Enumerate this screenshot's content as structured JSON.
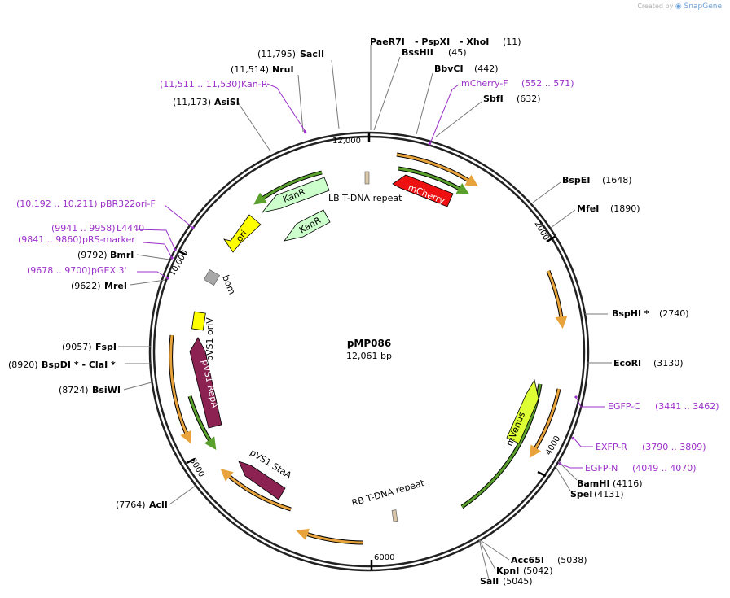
{
  "credit": {
    "prefix": "Created by",
    "brand": "SnapGene"
  },
  "plasmid": {
    "name": "pMP086",
    "size": "12,061 bp"
  },
  "ring_ticks": [
    "12,000",
    "2000",
    "4000",
    "6000",
    "8000",
    "10,000"
  ],
  "enzymes": [
    {
      "name": "PaeR7I",
      "pos": ""
    },
    {
      "name": "- PspXI",
      "pos": ""
    },
    {
      "name": "- XhoI",
      "pos": "(11)"
    },
    {
      "name": "BssHII",
      "pos": "(45)"
    },
    {
      "name": "BbvCI",
      "pos": "(442)"
    },
    {
      "name": "SbfI",
      "pos": "(632)"
    },
    {
      "name": "BspEI",
      "pos": "(1648)"
    },
    {
      "name": "MfeI",
      "pos": "(1890)"
    },
    {
      "name": "BspHI *",
      "pos": "(2740)"
    },
    {
      "name": "EcoRI",
      "pos": "(3130)"
    },
    {
      "name": "BamHI",
      "pos": "(4116)"
    },
    {
      "name": "SpeI",
      "pos": "(4131)"
    },
    {
      "name": "Acc65I",
      "pos": "(5038)"
    },
    {
      "name": "KpnI",
      "pos": "(5042)"
    },
    {
      "name": "SalI",
      "pos": "(5045)"
    },
    {
      "name": "AclI",
      "pos": "(7764)"
    },
    {
      "name": "BsiWI",
      "pos": "(8724)"
    },
    {
      "name": "BspDI * - ClaI *",
      "pos": "(8920)"
    },
    {
      "name": "FspI",
      "pos": "(9057)"
    },
    {
      "name": "MreI",
      "pos": "(9622)"
    },
    {
      "name": "BmrI",
      "pos": "(9792)"
    },
    {
      "name": "AsiSI",
      "pos": "(11,173)"
    },
    {
      "name": "NruI",
      "pos": "(11,514)"
    },
    {
      "name": "SacII",
      "pos": "(11,795)"
    }
  ],
  "primers": [
    {
      "name": "mCherry-F",
      "range": "(552 .. 571)"
    },
    {
      "name": "EGFP-C",
      "range": "(3441 .. 3462)"
    },
    {
      "name": "EXFP-R",
      "range": "(3790 .. 3809)"
    },
    {
      "name": "EGFP-N",
      "range": "(4049 .. 4070)"
    },
    {
      "name": "pGEX 3'",
      "range": "(9678 .. 9700)"
    },
    {
      "name": "pRS-marker",
      "range": "(9841 .. 9860)"
    },
    {
      "name": "L4440",
      "range": "(9941 .. 9958)"
    },
    {
      "name": "pBR322ori-F",
      "range": "(10,192 .. 10,211)"
    },
    {
      "name": "Kan-R",
      "range": "(11,511 .. 11,530)"
    }
  ],
  "features": [
    {
      "name": "mCherry",
      "color": "#ee1111"
    },
    {
      "name": "LB T-DNA repeat",
      "color": "#d9c7a8"
    },
    {
      "name": "KanR",
      "color": "#ccffcc"
    },
    {
      "name": "KanR",
      "color": "#ccffcc"
    },
    {
      "name": "ori",
      "color": "#ffff00"
    },
    {
      "name": "bom",
      "color": "#a8a8a8"
    },
    {
      "name": "pVS1 oriV",
      "color": "#ffff00"
    },
    {
      "name": "pVS1 RepA",
      "color": "#8b2252"
    },
    {
      "name": "pVS1 StaA",
      "color": "#8b2252"
    },
    {
      "name": "RB T-DNA repeat",
      "color": "#d9c7a8"
    },
    {
      "name": "mVenus",
      "color": "#ddff33"
    }
  ],
  "colors": {
    "ring": "#222222",
    "primer": "#9b30c8",
    "orf": "#e8a33c",
    "orf_green": "#5aa02c",
    "leader": "#777777"
  }
}
